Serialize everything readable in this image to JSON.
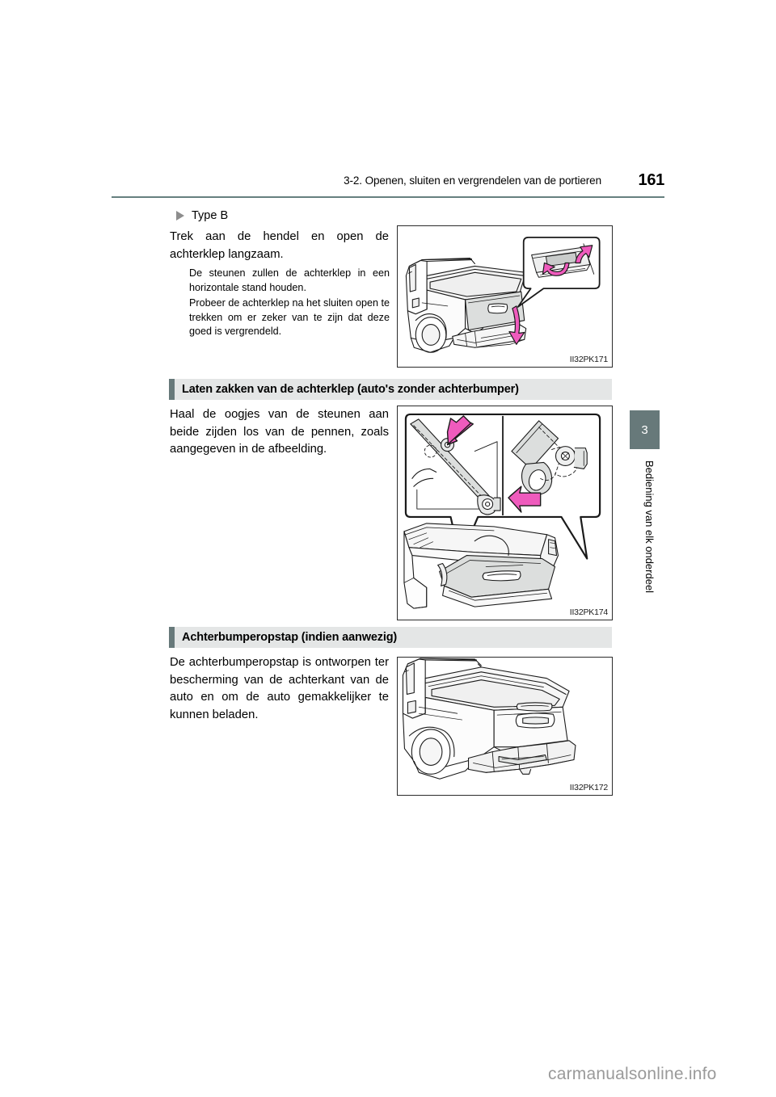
{
  "page": {
    "running_head": "3-2. Openen, sluiten en vergrendelen van de portieren",
    "number": "161",
    "watermark": "carmanualsonline.info"
  },
  "chapter_tab": {
    "number": "3",
    "label": "Bediening van elk onderdeel"
  },
  "sections": [
    {
      "kind": "bullet",
      "bullet_label": "Type B",
      "body": "Trek aan de hendel en open de achterklep langzaam.",
      "notes": [
        "De steunen zullen de achterklep in een horizontale stand houden.",
        "Probeer de achterklep na het sluiten open te trekken om er zeker van te zijn dat deze goed is vergrendeld."
      ],
      "figure_code": "II32PK171"
    },
    {
      "kind": "titled",
      "title": "Laten zakken van de achterklep (auto's zonder achterbumper)",
      "body": "Haal de oogjes van de steunen aan beide zijden los van de pennen, zoals aangegeven in de afbeelding.",
      "figure_code": "II32PK174"
    },
    {
      "kind": "titled",
      "title": "Achterbumperopstap (indien aanwezig)",
      "body": "De achterbumperopstap is ontworpen ter bescherming van de achterkant van de auto en om de auto gemakkelijker te kunnen beladen.",
      "figure_code": "II32PK172"
    }
  ],
  "colors": {
    "accent": "#67797a",
    "rule": "#66807f",
    "bar_bg": "#e4e6e6",
    "arrow_pink": "#ef5bbd",
    "panel_fill": "#dcdedd"
  }
}
